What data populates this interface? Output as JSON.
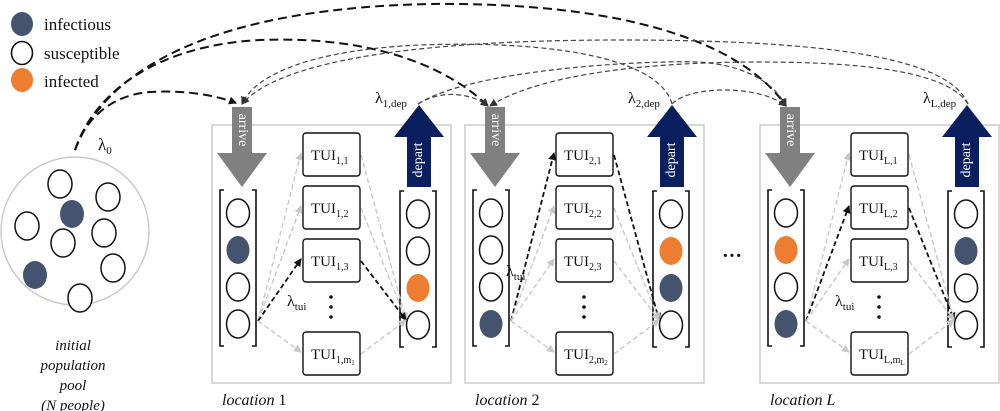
{
  "legend": {
    "items": [
      {
        "label": "infectious",
        "state": "infectious"
      },
      {
        "label": "susceptible",
        "state": "susceptible"
      },
      {
        "label": "infected",
        "state": "infected"
      }
    ]
  },
  "colors": {
    "infectious": "#44546e",
    "susceptible": "#ffffff",
    "infected": "#ed7d31",
    "arrive_arrow": "#808080",
    "depart_arrow": "#0b1f5e",
    "box_border": "#c8c8c8"
  },
  "pool": {
    "rate_symbol": "λ",
    "rate_sub": "0",
    "caption_lines": [
      "initial",
      "population",
      "pool",
      "(N people)"
    ],
    "people": [
      "susceptible",
      "susceptible",
      "infectious",
      "susceptible",
      "susceptible",
      "susceptible",
      "susceptible",
      "infectious",
      "susceptible"
    ]
  },
  "arrive_label": "arrive",
  "depart_label": "depart",
  "ellipsis": "···",
  "tui_rate": {
    "symbol": "λ",
    "sub": "tui"
  },
  "locations": [
    {
      "caption": "location",
      "index": "1",
      "dep_rate": {
        "symbol": "λ",
        "sub": "1,dep"
      },
      "arrive_people": [
        "susceptible",
        "infectious",
        "susceptible",
        "susceptible"
      ],
      "depart_people": [
        "susceptible",
        "susceptible",
        "infected",
        "susceptible"
      ],
      "tuis": [
        {
          "base": "TUI",
          "sub": "1,1"
        },
        {
          "base": "TUI",
          "sub": "1,2"
        },
        {
          "base": "TUI",
          "sub": "1,3"
        },
        {
          "base": "TUI",
          "sub": "1,m",
          "subsub": "1"
        }
      ],
      "active_tui": 2
    },
    {
      "caption": "location",
      "index": "2",
      "dep_rate": {
        "symbol": "λ",
        "sub": "2,dep"
      },
      "arrive_people": [
        "susceptible",
        "susceptible",
        "susceptible",
        "infectious"
      ],
      "depart_people": [
        "susceptible",
        "infected",
        "infectious",
        "susceptible"
      ],
      "tuis": [
        {
          "base": "TUI",
          "sub": "2,1"
        },
        {
          "base": "TUI",
          "sub": "2,2"
        },
        {
          "base": "TUI",
          "sub": "2,3"
        },
        {
          "base": "TUI",
          "sub": "2,m",
          "subsub": "2"
        }
      ],
      "active_tui": 0
    },
    {
      "caption": "location",
      "index": "L",
      "dep_rate": {
        "symbol": "λ",
        "sub": "L,dep"
      },
      "arrive_people": [
        "susceptible",
        "infected",
        "susceptible",
        "infectious"
      ],
      "depart_people": [
        "susceptible",
        "infectious",
        "susceptible",
        "susceptible"
      ],
      "tuis": [
        {
          "base": "TUI",
          "sub": "L,1"
        },
        {
          "base": "TUI",
          "sub": "L,2"
        },
        {
          "base": "TUI",
          "sub": "L,3"
        },
        {
          "base": "TUI",
          "sub": "L,m",
          "subsub": "L"
        }
      ],
      "active_tui": 1
    }
  ]
}
